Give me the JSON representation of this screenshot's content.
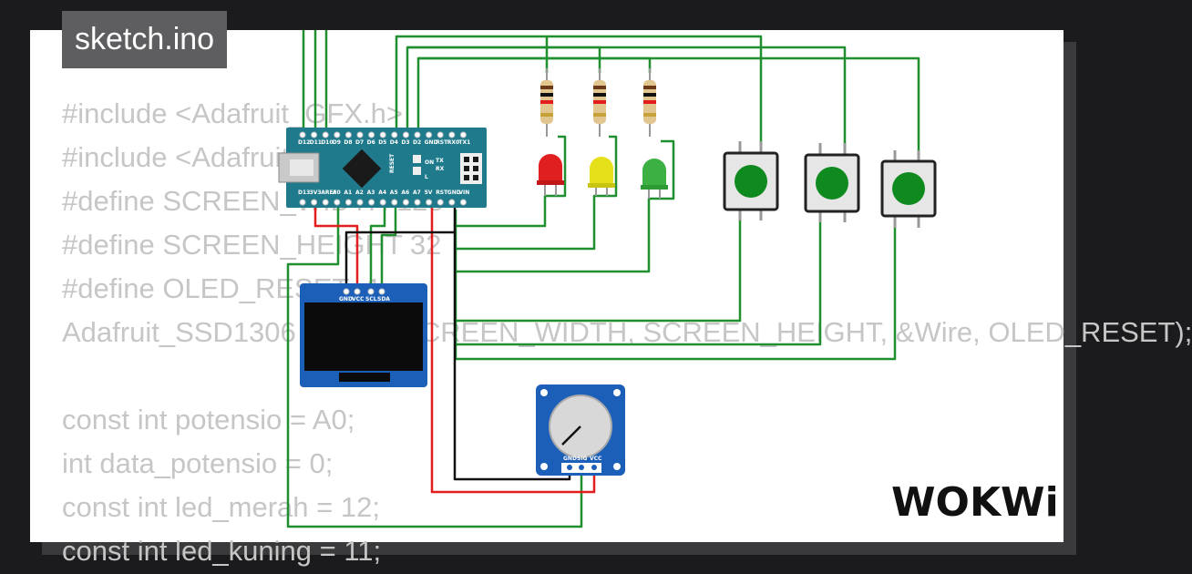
{
  "filename": "sketch.ino",
  "code_lines": [
    "#include <Adafruit_GFX.h>",
    "#include <Adafruit_SSD1306.h>",
    "#define SCREEN_WIDTH 128",
    "#define SCREEN_HEIGHT 32",
    "#define OLED_RESET -1",
    "Adafruit_SSD1306 display(SCREEN_WIDTH, SCREEN_HEIGHT, &Wire, OLED_RESET);",
    "",
    "const int potensio = A0;",
    "int data_potensio = 0;",
    "const int led_merah = 12;",
    "const int led_kuning = 11;"
  ],
  "brand": "WOKWi",
  "nano_pins_top": [
    "D12",
    "D11",
    "D10",
    "D9",
    "D8",
    "D7",
    "D6",
    "D5",
    "D4",
    "D3",
    "D2",
    "GND",
    "RST",
    "RX0",
    "TX1"
  ],
  "nano_pins_bottom": [
    "D13",
    "3V3",
    "AREF",
    "A0",
    "A1",
    "A2",
    "A3",
    "A4",
    "A5",
    "A6",
    "A7",
    "5V",
    "RST",
    "GND",
    "VIN"
  ],
  "nano_labels": [
    "RESET",
    "TX",
    "RX",
    "ON",
    "L"
  ],
  "oled_pins": [
    "GND",
    "VCC",
    "SCL",
    "SDA"
  ],
  "pot_pins": [
    "GND",
    "SIG",
    "VCC"
  ],
  "colors": {
    "wire_green": "#1f8f2f",
    "wire_red": "#e31c1c",
    "wire_black": "#111111",
    "board_teal": "#1f7a8c",
    "led_red": "#e02020",
    "led_yellow": "#e6e01a",
    "led_green": "#3cb043",
    "button_green": "#0f8a1f"
  }
}
